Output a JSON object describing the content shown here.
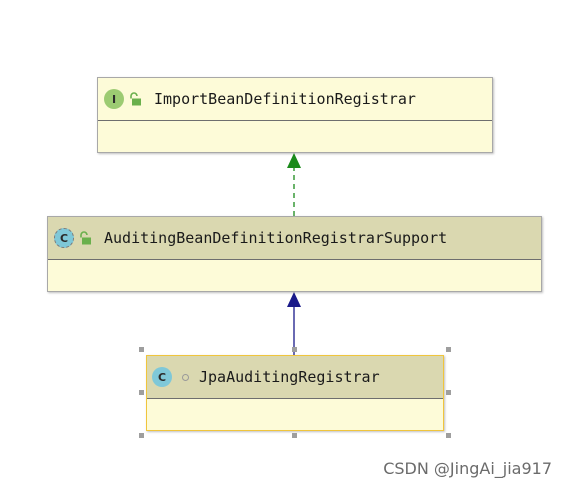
{
  "diagram": {
    "nodes": [
      {
        "id": "import",
        "kind_letter": "I",
        "kind": "interface",
        "name": "ImportBeanDefinitionRegistrar"
      },
      {
        "id": "auditing",
        "kind_letter": "C",
        "kind": "abstract-class",
        "name": "AuditingBeanDefinitionRegistrarSupport"
      },
      {
        "id": "jpa",
        "kind_letter": "C",
        "kind": "class",
        "name": "JpaAuditingRegistrar"
      }
    ],
    "edges": [
      {
        "from": "auditing",
        "to": "import",
        "type": "implements",
        "style": "dashed",
        "color": "#1a8a1a"
      },
      {
        "from": "jpa",
        "to": "auditing",
        "type": "extends",
        "style": "solid",
        "color": "#1a1a8a"
      }
    ]
  },
  "colors": {
    "node_fill": "#fdfbd8",
    "header_fill": "#dad8b0",
    "selected_border": "#f0c53c",
    "interface_badge": "#9ccb72",
    "class_badge": "#7fc8d8"
  },
  "watermark": "CSDN @JingAi_jia917"
}
